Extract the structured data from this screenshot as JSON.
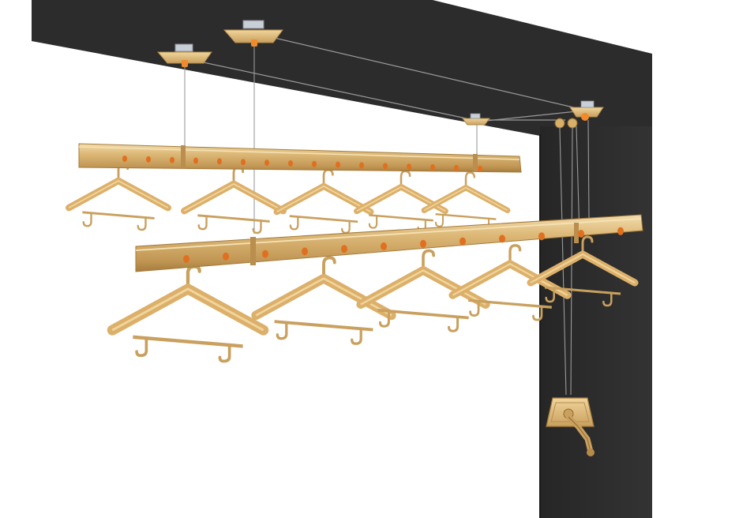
{
  "scene": {
    "subject": "ceiling-mounted-clothes-drying-rack",
    "colors": {
      "background": "#ffffff",
      "ceiling_wall": "#2b2b2b",
      "wall_edge": "#1c1c1c",
      "rod_gold": "#d8b46e",
      "rod_shadow": "#b48a45",
      "rod_highlight": "#efd6a2",
      "hole_orange": "#e0701f",
      "hanger_gold": "#dcb06a",
      "hanger_shadow": "#b78a48",
      "cable": "#8e8e8e",
      "bracket_metal": "#c9cfd6",
      "mount_orange": "#f08a2a"
    },
    "rods": [
      {
        "name": "back-rod",
        "hangers": 5
      },
      {
        "name": "front-rod",
        "hangers": 5
      }
    ],
    "mounts": 4,
    "crank": {
      "name": "hand-crank-winder"
    }
  }
}
